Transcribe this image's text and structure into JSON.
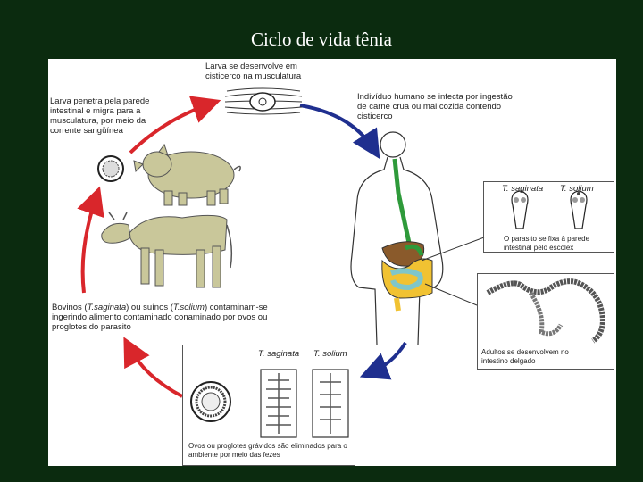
{
  "title": "Ciclo de vida tênia",
  "labels": {
    "larva_cisticerco": "Larva se desenvolve em cisticerco na musculatura",
    "human_infection": "Indivíduo humano se infecta por ingestão de carne crua ou mal cozida contendo cisticerco",
    "larva_penetra": "Larva penetra pela parede intestinal e migra para a musculatura, por meio da corrente sangüínea",
    "hosts_prefix": "Bovinos (",
    "hosts_bovino": "T.saginata",
    "hosts_mid": ") ou suínos (",
    "hosts_suino": "T.solium",
    "hosts_suffix": ") contaminam-se ingerindo alimento contaminado conaminado por ovos ou proglotes do parasito"
  },
  "scolex_box": {
    "species_1": "T. saginata",
    "species_2": "T. solium",
    "caption": "O parasito se fixa à parede intestinal pelo escólex"
  },
  "adult_box": {
    "caption": "Adultos se desenvolvem no intestino delgado"
  },
  "egg_box": {
    "species_1": "T. saginata",
    "species_2": "T. solium",
    "caption": "Ovos ou proglotes grávidos são eliminados para o ambiente por meio das fezes"
  },
  "colors": {
    "background": "#0b2b0f",
    "arrow_red": "#d9262b",
    "arrow_blue": "#1f2f8f",
    "animal": "#c9c79a",
    "intestine_yellow": "#f1c232",
    "intestine_teal": "#7fc6c9",
    "stomach_brown": "#8a5a2b",
    "esophagus_green": "#2e9a3a"
  }
}
